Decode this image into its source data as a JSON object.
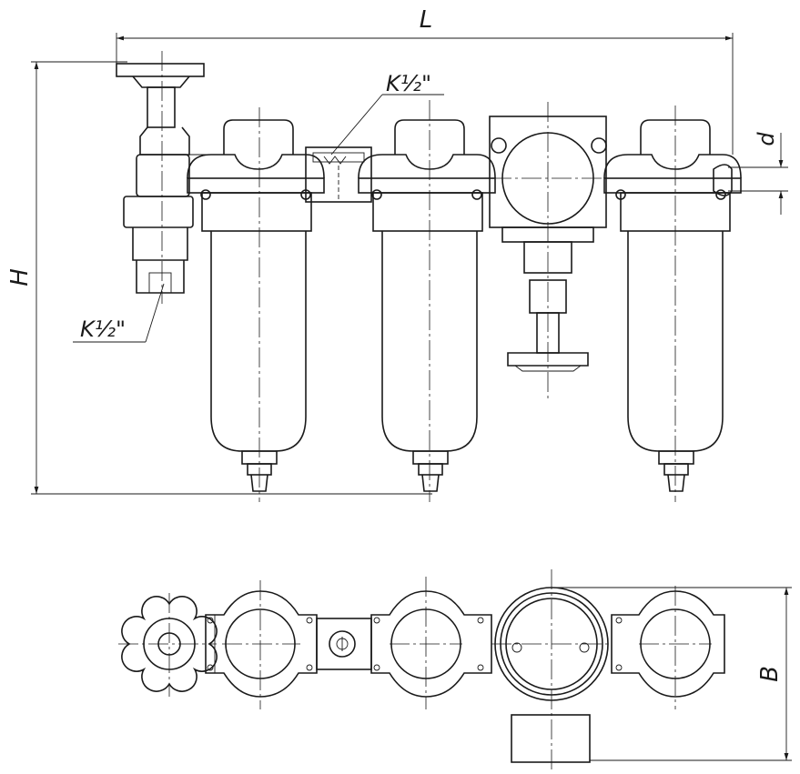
{
  "dimensions": {
    "L": "L",
    "H": "H",
    "d": "d",
    "B": "B"
  },
  "thread_labels": {
    "top": "K½\"",
    "left": "K½\""
  },
  "colors": {
    "stroke": "#1a1a1a",
    "background": "#ffffff"
  }
}
